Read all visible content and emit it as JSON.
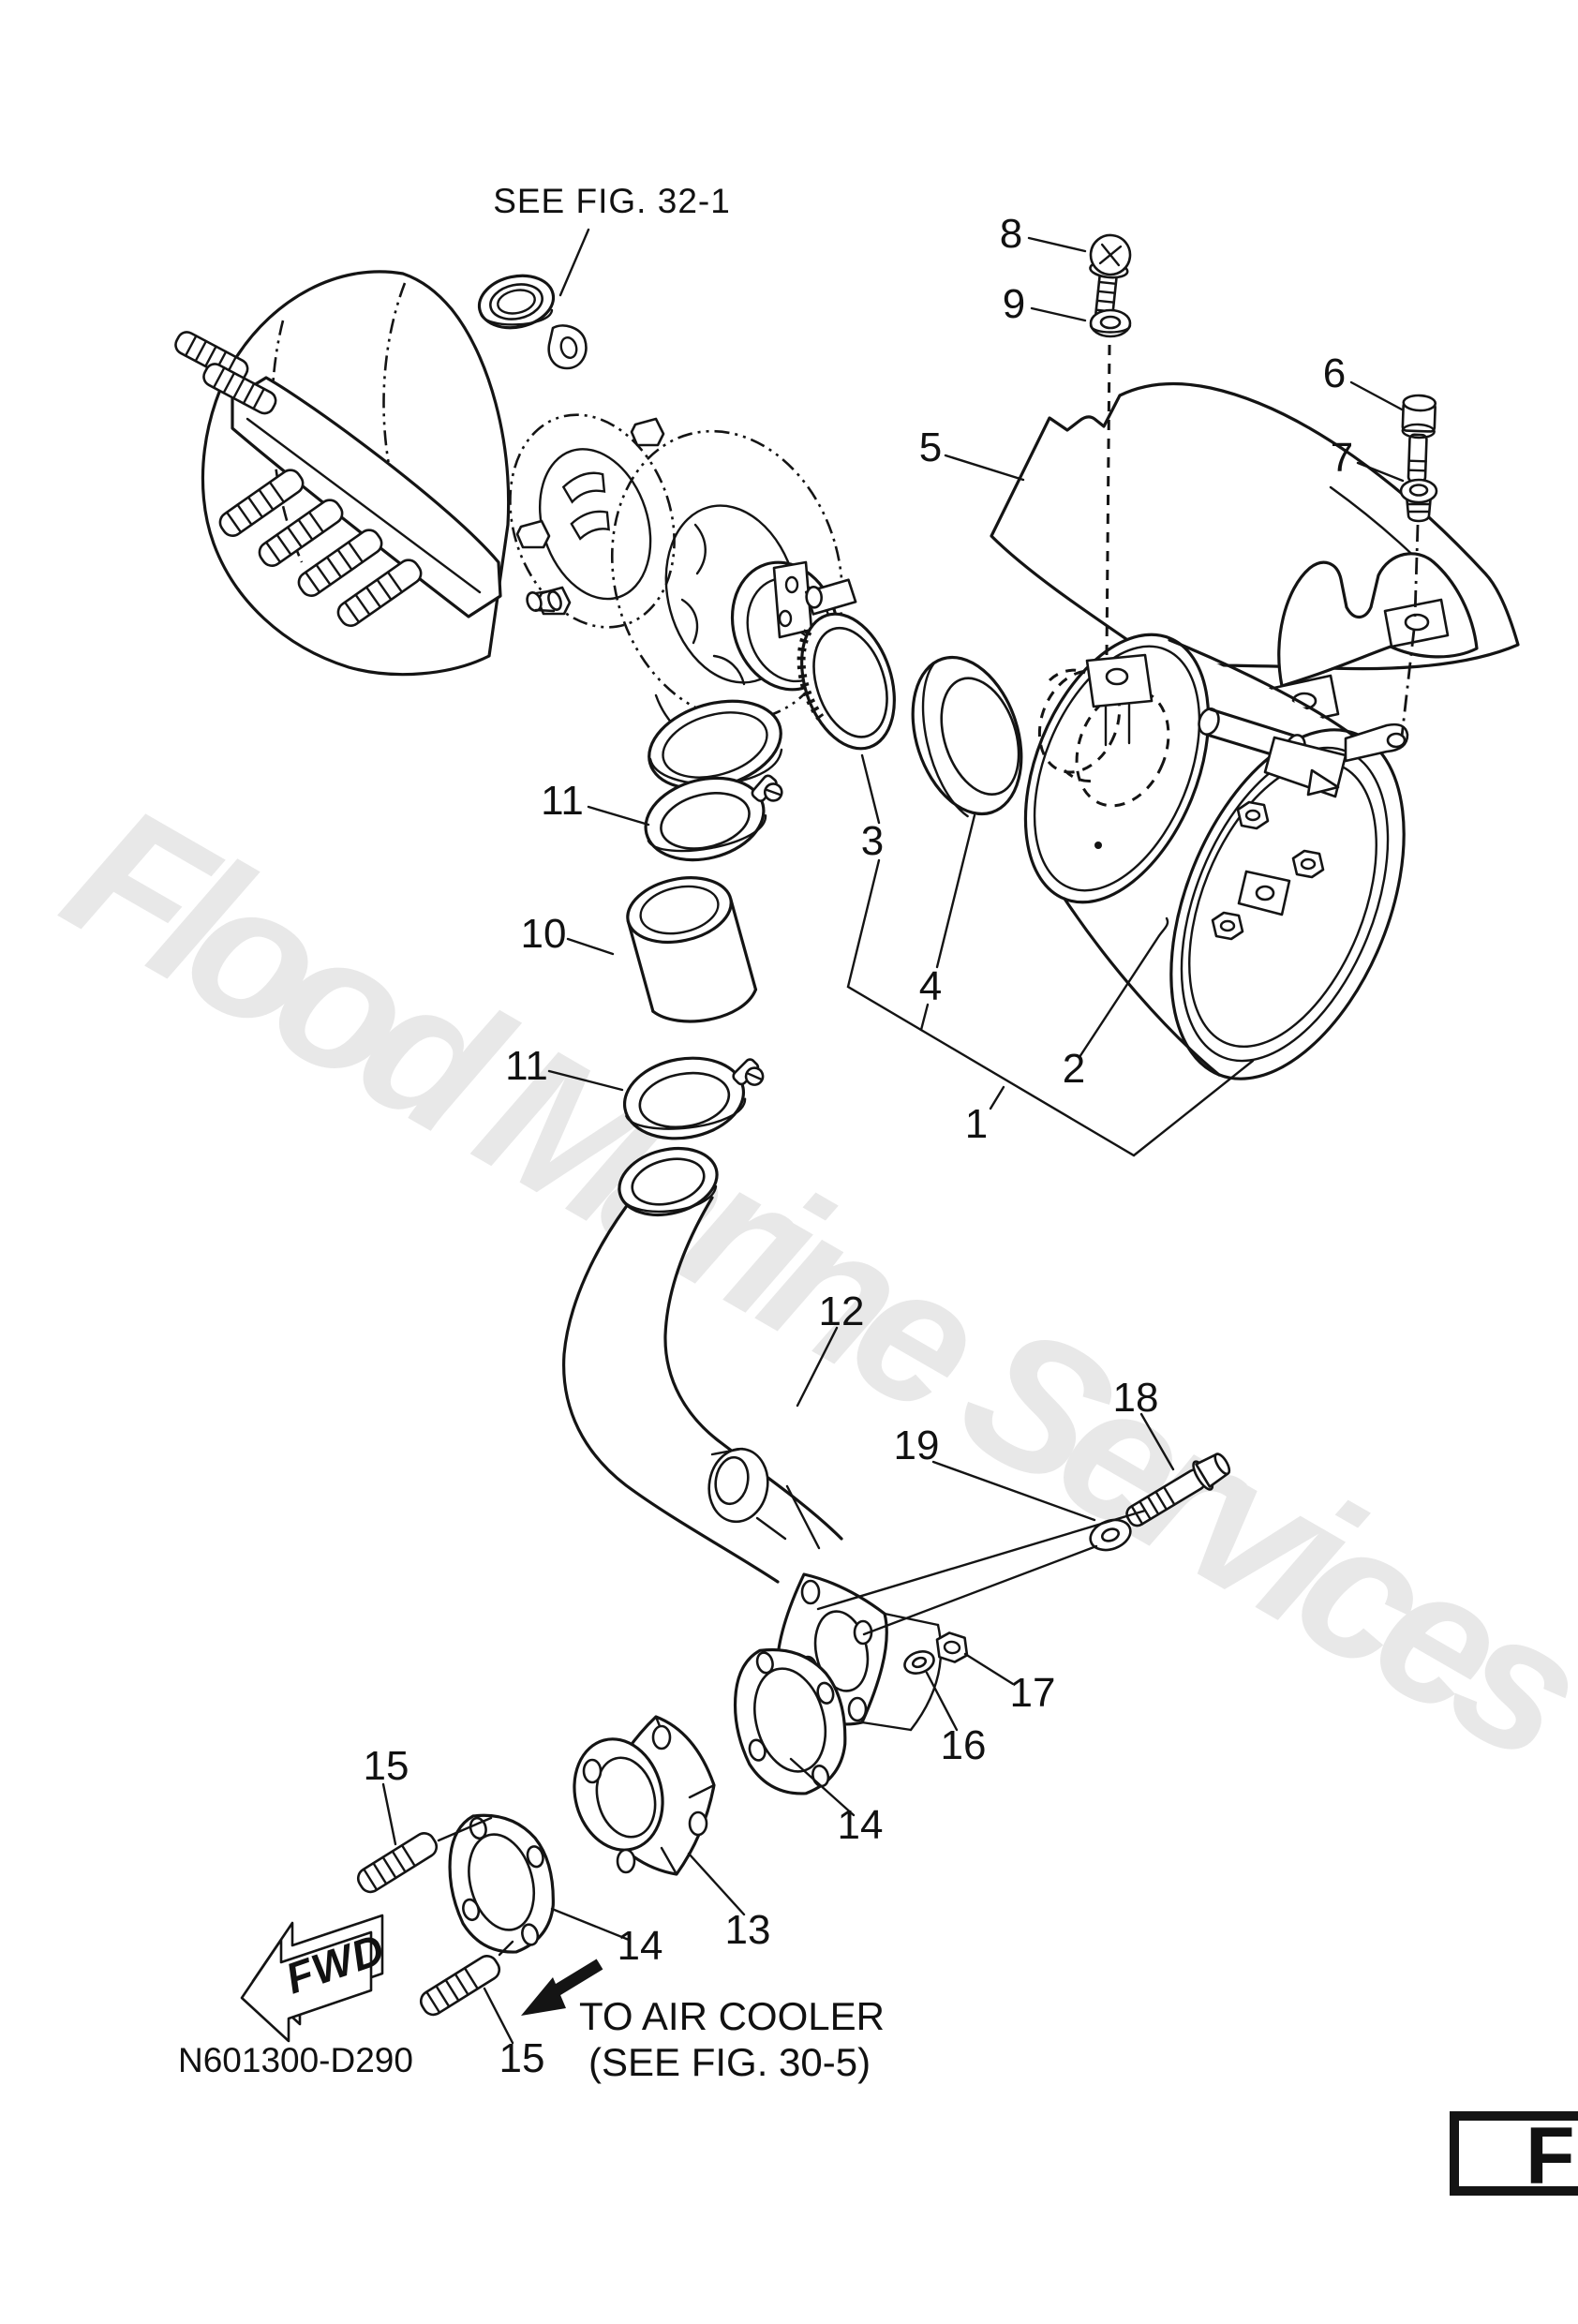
{
  "diagram": {
    "background": "#ffffff",
    "line_color": "#141414",
    "watermark": {
      "text": "Flood Marine Services",
      "color": "#e8e8e8"
    },
    "header": {
      "reference_note": "SEE FIG. 32-1"
    },
    "footer": {
      "drawing_code": "N601300-D290",
      "direction_arrow": "FWD",
      "route_note_line1": "TO AIR COOLER",
      "route_note_line2": "(SEE FIG. 30-5)",
      "page_tab_letter": "F"
    },
    "callouts": [
      {
        "label": "1"
      },
      {
        "label": "2"
      },
      {
        "label": "3"
      },
      {
        "label": "4"
      },
      {
        "label": "5"
      },
      {
        "label": "6"
      },
      {
        "label": "7"
      },
      {
        "label": "8"
      },
      {
        "label": "9"
      },
      {
        "label": "10"
      },
      {
        "label": "11"
      },
      {
        "label": "11"
      },
      {
        "label": "12"
      },
      {
        "label": "13"
      },
      {
        "label": "14"
      },
      {
        "label": "14"
      },
      {
        "label": "15"
      },
      {
        "label": "15"
      },
      {
        "label": "16"
      },
      {
        "label": "17"
      },
      {
        "label": "18"
      },
      {
        "label": "19"
      }
    ]
  }
}
